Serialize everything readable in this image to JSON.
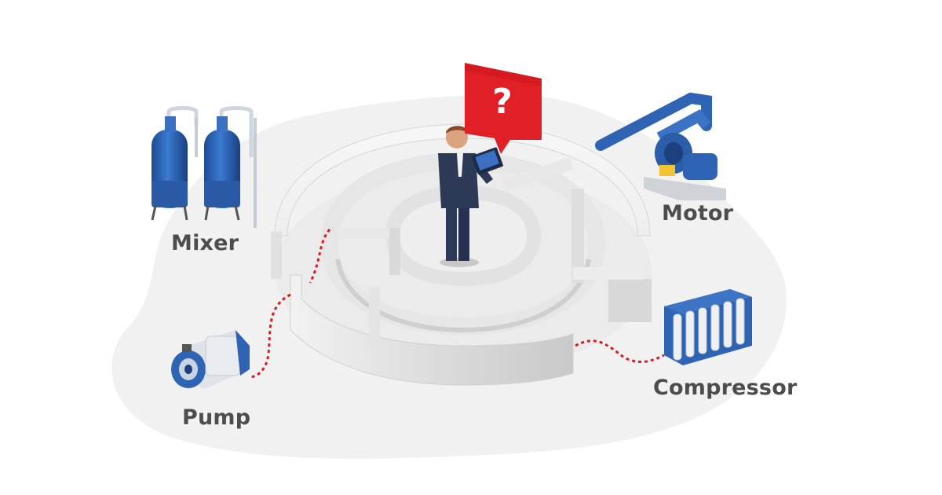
{
  "labels": {
    "mixer": "Mixer",
    "motor": "Motor",
    "pump": "Pump",
    "compressor": "Compressor"
  },
  "speech_bubble": {
    "symbol": "?"
  },
  "colors": {
    "equipment_blue": "#2f63b3",
    "alert_red": "#e11f26",
    "maze_wall": "#e2e2e2",
    "background_blob": "#f1f1f2",
    "label_text": "#4d4d4d",
    "suit": "#2c3a57"
  },
  "icons": [
    "mixer-tanks-icon",
    "motor-pump-icon",
    "water-pump-icon",
    "compressor-icon",
    "question-bubble-icon",
    "engineer-figure-icon"
  ]
}
